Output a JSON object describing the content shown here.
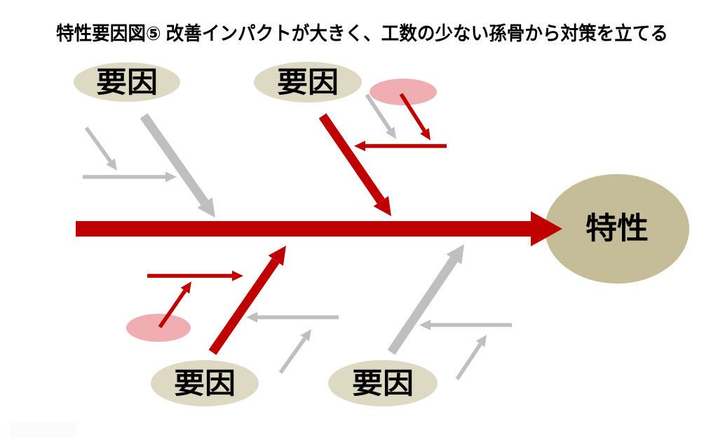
{
  "title": "特性要因図⑤ 改善インパクトが大きく、工数の少ない孫骨から対策を立てる",
  "colors": {
    "background": "#FFFFFF",
    "spine_red": "#C00000",
    "bone_gray": "#BFBFBF",
    "factor_fill": "#DDD9C3",
    "effect_fill": "#C4BD97",
    "highlight_pink": "#F0ADB2",
    "text": "#000000"
  },
  "diagram": {
    "type": "fishbone",
    "effect": {
      "label": "特性"
    },
    "factors": [
      {
        "position": "top-left",
        "label": "要因",
        "bone_color": "#BFBFBF"
      },
      {
        "position": "top-middle",
        "label": "要因",
        "bone_color": "#C00000"
      },
      {
        "position": "bottom-left",
        "label": "要因",
        "bone_color": "#C00000"
      },
      {
        "position": "bottom-middle",
        "label": "要因",
        "bone_color": "#BFBFBF"
      }
    ],
    "highlights": [
      {
        "position": "top-middle-grandchild",
        "shape": "pink-ellipse"
      },
      {
        "position": "bottom-left-grandchild",
        "shape": "pink-ellipse"
      }
    ]
  }
}
